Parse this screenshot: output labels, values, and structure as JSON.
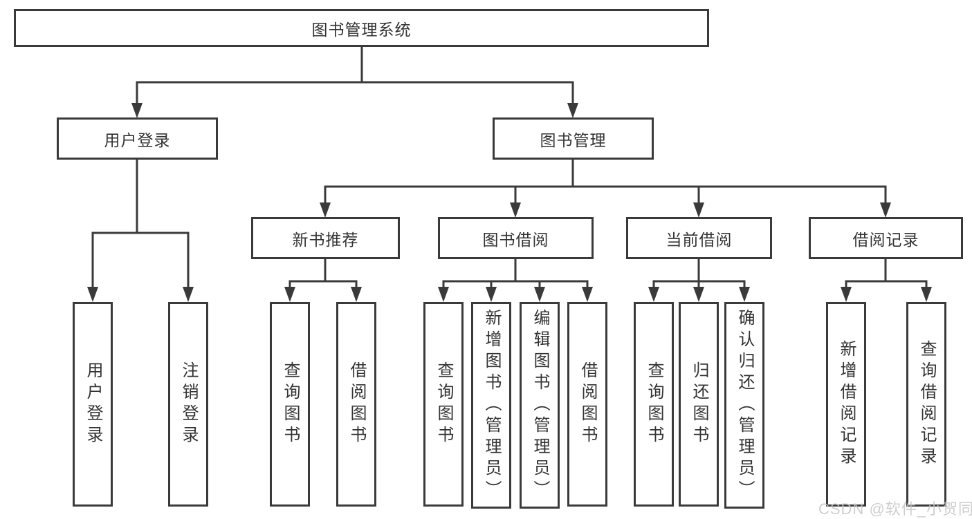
{
  "tree": {
    "label": "图书管理系统",
    "children": [
      {
        "label": "用户登录",
        "children": [
          {
            "label": "用户登录"
          },
          {
            "label": "注销登录"
          }
        ]
      },
      {
        "label": "图书管理",
        "children": [
          {
            "label": "新书推荐",
            "children": [
              {
                "label": "查询图书"
              },
              {
                "label": "借阅图书"
              }
            ]
          },
          {
            "label": "图书借阅",
            "children": [
              {
                "label": "查询图书"
              },
              {
                "label": "新增图书（管理员）"
              },
              {
                "label": "编辑图书（管理员）"
              },
              {
                "label": "借阅图书"
              }
            ]
          },
          {
            "label": "当前借阅",
            "children": [
              {
                "label": "查询图书"
              },
              {
                "label": "归还图书"
              },
              {
                "label": "确认归还（管理员）"
              }
            ]
          },
          {
            "label": "借阅记录",
            "children": [
              {
                "label": "新增借阅记录"
              },
              {
                "label": "查询借阅记录"
              }
            ]
          }
        ]
      }
    ]
  },
  "watermark": {
    "text": "CSDN @软件_小贺同学"
  },
  "colors": {
    "line": "#3a3a3a",
    "border": "#3a3a3a",
    "text": "#333333",
    "watermark": "#c6c6c6",
    "background": "#ffffff"
  }
}
